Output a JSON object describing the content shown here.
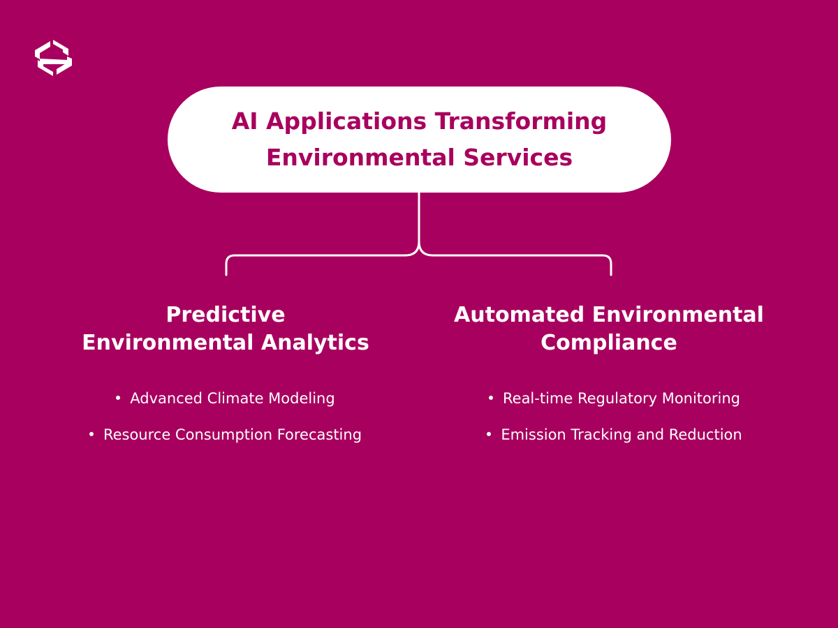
{
  "colors": {
    "background": "#A8005E",
    "pill": "#FFFFFF",
    "title_text": "#A8005E",
    "body_text": "#FFFFFF"
  },
  "logo": {
    "icon": "s-logo-icon"
  },
  "title": {
    "line1": "AI Applications Transforming",
    "line2": "Environmental Services"
  },
  "branches": [
    {
      "heading_line1": "Predictive",
      "heading_line2": "Environmental Analytics",
      "items": [
        "Advanced Climate Modeling",
        "Resource Consumption Forecasting"
      ]
    },
    {
      "heading_line1": "Automated Environmental",
      "heading_line2": "Compliance",
      "items": [
        "Real-time Regulatory Monitoring",
        "Emission Tracking and Reduction"
      ]
    }
  ]
}
